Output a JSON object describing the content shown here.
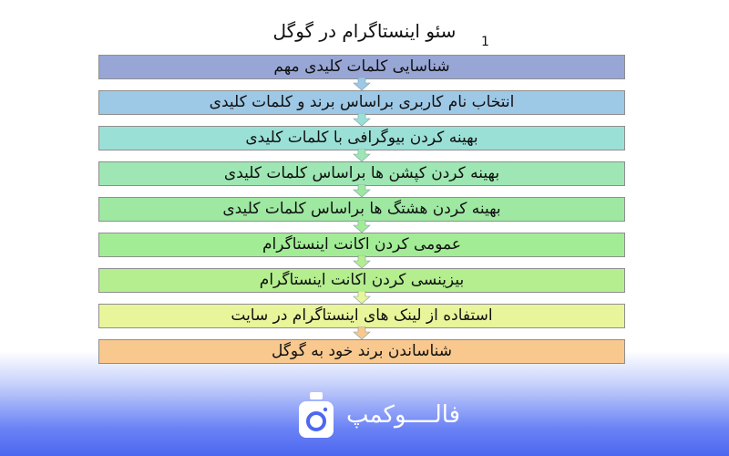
{
  "title": "سئو اینستاگرام در گوگل",
  "page_number": "1",
  "steps": [
    {
      "label": "شناسایی کلمات کلیدی مهم",
      "color": "#98a6d6"
    },
    {
      "label": "انتخاب نام کاربری براساس برند و کلمات کلیدی",
      "color": "#9dc8e6"
    },
    {
      "label": "بهینه کردن بیوگرافی با کلمات کلیدی",
      "color": "#9be0d6"
    },
    {
      "label": "بهینه کردن کپشن ها براساس کلمات کلیدی",
      "color": "#9ee6b3"
    },
    {
      "label": "بهینه کردن هشتگ ها براساس کلمات کلیدی",
      "color": "#9ee8a2"
    },
    {
      "label": "عمومی کردن اکانت اینستاگرام",
      "color": "#a2ec96"
    },
    {
      "label": "بیزینسی کردن اکانت اینستاگرام",
      "color": "#b4ee8e"
    },
    {
      "label": "استفاده از لینک های اینستاگرام در سایت",
      "color": "#e8f59a"
    },
    {
      "label": "شناساندن برند خود به گوگل",
      "color": "#f8c88e"
    }
  ],
  "brand": {
    "name": "فالــــوکمپ",
    "icon": "camera-icon"
  }
}
